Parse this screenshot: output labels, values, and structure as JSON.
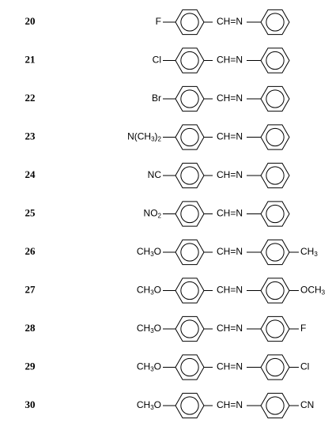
{
  "compounds": [
    {
      "number": "20",
      "left": "F",
      "right": ""
    },
    {
      "number": "21",
      "left": "Cl",
      "right": ""
    },
    {
      "number": "22",
      "left": "Br",
      "right": ""
    },
    {
      "number": "23",
      "left": "N(CH3)2",
      "right": ""
    },
    {
      "number": "24",
      "left": "NC",
      "right": ""
    },
    {
      "number": "25",
      "left": "NO2",
      "right": ""
    },
    {
      "number": "26",
      "left": "CH3O",
      "right": "CH3"
    },
    {
      "number": "27",
      "left": "CH3O",
      "right": "OCH3"
    },
    {
      "number": "28",
      "left": "CH3O",
      "right": "F"
    },
    {
      "number": "29",
      "left": "CH3O",
      "right": "Cl"
    },
    {
      "number": "30",
      "left": "CH3O",
      "right": "CN"
    }
  ],
  "linker": "CH=N"
}
